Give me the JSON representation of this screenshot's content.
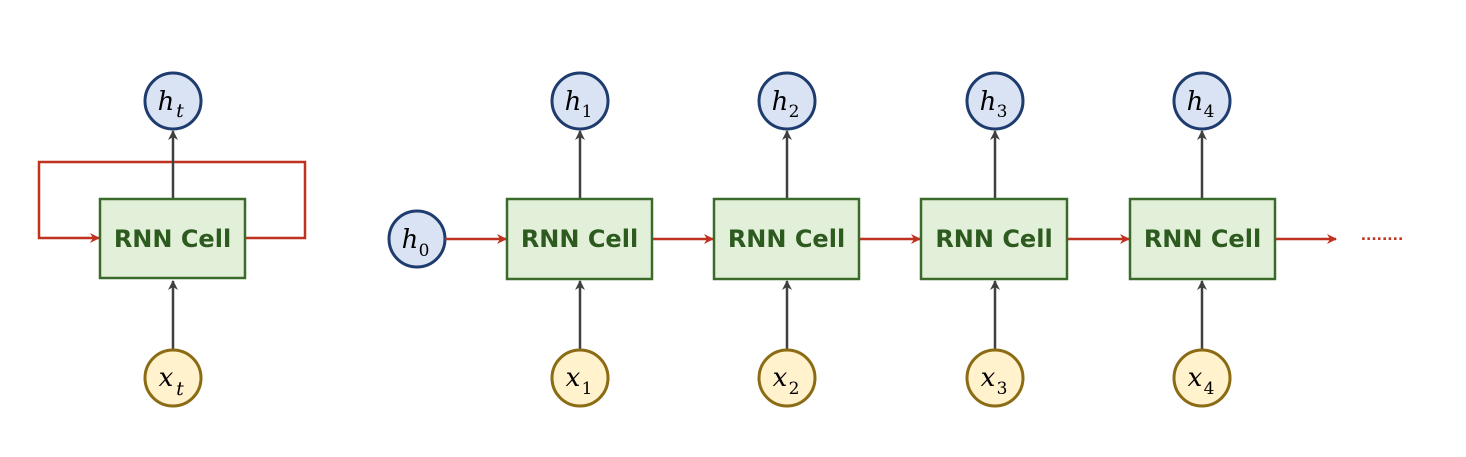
{
  "colors": {
    "cell_fill": "#e2efd9",
    "cell_stroke": "#3a6b2a",
    "cell_text": "#2d5a1e",
    "hidden_fill": "#dae3f3",
    "hidden_stroke": "#1f3c6e",
    "input_fill": "#fff2cc",
    "input_stroke": "#8b6b14",
    "recurrent_arrow": "#c0311f",
    "vertical_arrow": "#404040"
  },
  "folded": {
    "cell_label": "RNN Cell",
    "output": {
      "symbol": "h",
      "subscript": "t"
    },
    "input": {
      "symbol": "x",
      "subscript": "t"
    }
  },
  "unrolled": {
    "initial_state": {
      "symbol": "h",
      "subscript": "0"
    },
    "steps": [
      {
        "cell_label": "RNN Cell",
        "output": {
          "symbol": "h",
          "subscript": "1"
        },
        "input": {
          "symbol": "x",
          "subscript": "1"
        }
      },
      {
        "cell_label": "RNN Cell",
        "output": {
          "symbol": "h",
          "subscript": "2"
        },
        "input": {
          "symbol": "x",
          "subscript": "2"
        }
      },
      {
        "cell_label": "RNN Cell",
        "output": {
          "symbol": "h",
          "subscript": "3"
        },
        "input": {
          "symbol": "x",
          "subscript": "3"
        }
      },
      {
        "cell_label": "RNN Cell",
        "output": {
          "symbol": "h",
          "subscript": "4"
        },
        "input": {
          "symbol": "x",
          "subscript": "4"
        }
      }
    ],
    "continuation": "........"
  }
}
